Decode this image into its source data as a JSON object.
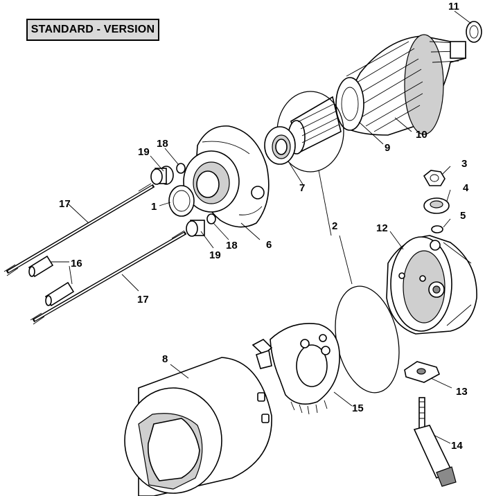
{
  "header": {
    "version_label": "STANDARD - VERSION"
  },
  "callouts": {
    "c1": "1",
    "c2": "2",
    "c3": "3",
    "c4": "4",
    "c5": "5",
    "c6": "6",
    "c7": "7",
    "c8": "8",
    "c9": "9",
    "c10": "10",
    "c11": "11",
    "c12": "12",
    "c13": "13",
    "c14": "14",
    "c15": "15",
    "c16": "16",
    "c17a": "17",
    "c17b": "17",
    "c18a": "18",
    "c18b": "18",
    "c19a": "19",
    "c19b": "19"
  }
}
